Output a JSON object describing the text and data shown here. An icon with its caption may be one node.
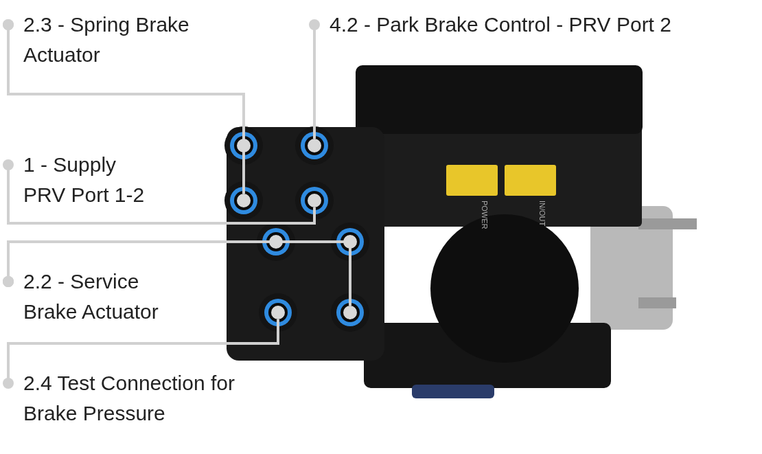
{
  "diagram": {
    "nodes": [
      {
        "text": [
          "2.3 - Spring Brake Actuator"
        ]
      },
      {
        "text": [
          "4.2 - Park Brake Control - PRV Port 2"
        ]
      },
      {
        "text": [
          "1 - Supply PRV Port 1-2"
        ]
      },
      {
        "text": [
          "2.2 - Service Brake Actuator"
        ]
      },
      {
        "text": [
          "2.4 Test Connection for Brake Pressure"
        ]
      },
      {
        "text": [],
        "shape": "circle"
      },
      {
        "text": [],
        "shape": "circle"
      },
      {
        "text": [],
        "shape": "circle"
      },
      {
        "text": [],
        "shape": "circle"
      },
      {
        "text": [],
        "shape": "circle"
      },
      {
        "text": [],
        "shape": "circle"
      },
      {
        "text": [],
        "shape": "circle"
      },
      {
        "text": [],
        "shape": "circle"
      }
    ],
    "edges": [
      {
        "from": 0,
        "to": 5,
        "arrow": "other"
      },
      {
        "from": 0,
        "to": 7,
        "arrow": "other"
      },
      {
        "from": 1,
        "to": 6,
        "arrow": "other"
      },
      {
        "from": 2,
        "to": 8,
        "arrow": "other"
      },
      {
        "from": 3,
        "to": 9,
        "arrow": "other"
      },
      {
        "from": 3,
        "to": 10,
        "arrow": "other"
      },
      {
        "from": 3,
        "to": 12,
        "arrow": "other"
      },
      {
        "from": 4,
        "to": 11,
        "arrow": "other"
      }
    ],
    "labels": [
      "POWER",
      "IN/OUT"
    ]
  }
}
